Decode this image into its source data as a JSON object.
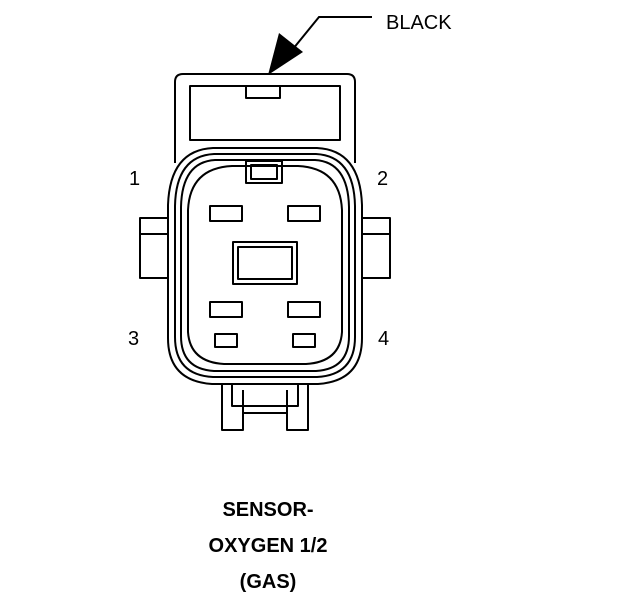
{
  "connector": {
    "color_callout": "BLACK",
    "pins": [
      "1",
      "2",
      "3",
      "4"
    ],
    "caption": [
      "SENSOR-",
      "OXYGEN 1/2",
      "(GAS)"
    ]
  },
  "colors": {
    "line": "#000000",
    "background": "#ffffff"
  }
}
